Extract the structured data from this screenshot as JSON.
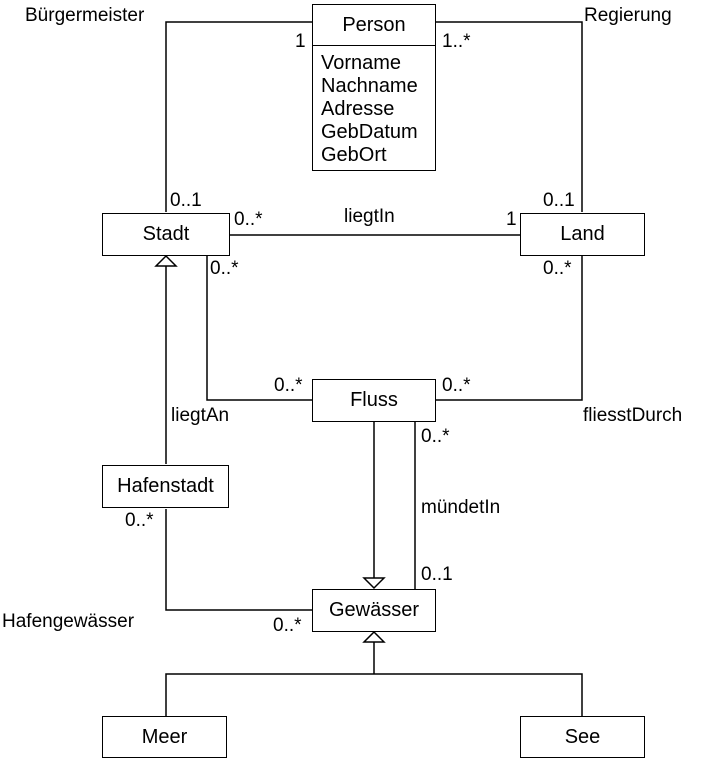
{
  "classes": {
    "person": {
      "name": "Person",
      "attributes": [
        "Vorname",
        "Nachname",
        "Adresse",
        "GebDatum",
        "GebOrt"
      ]
    },
    "stadt": {
      "name": "Stadt"
    },
    "land": {
      "name": "Land"
    },
    "fluss": {
      "name": "Fluss"
    },
    "hafenstadt": {
      "name": "Hafenstadt"
    },
    "gewaesser": {
      "name": "Gewässer"
    },
    "meer": {
      "name": "Meer"
    },
    "see": {
      "name": "See"
    }
  },
  "associations": {
    "buergermeister": {
      "name": "Bürgermeister",
      "person_mult": "1",
      "stadt_mult": "0..1"
    },
    "regierung": {
      "name": "Regierung",
      "person_mult": "1..*",
      "land_mult": "0..1"
    },
    "liegtIn": {
      "name": "liegtIn",
      "stadt_mult": "0..*",
      "land_mult": "1"
    },
    "liegtAn": {
      "name": "liegtAn",
      "stadt_mult": "0..*",
      "fluss_mult": "0..*"
    },
    "fliesstDurch": {
      "name": "fliesstDurch",
      "land_mult": "0..*",
      "fluss_mult": "0..*"
    },
    "muendetIn": {
      "name": "mündetIn",
      "fluss_mult": "0..*",
      "gewaesser_mult": "0..1"
    },
    "hafengewaesser": {
      "name": "Hafengewässer",
      "hafenstadt_mult": "0..*",
      "gewaesser_mult": "0..*"
    }
  },
  "colors": {
    "line": "#000000",
    "background": "#ffffff"
  }
}
